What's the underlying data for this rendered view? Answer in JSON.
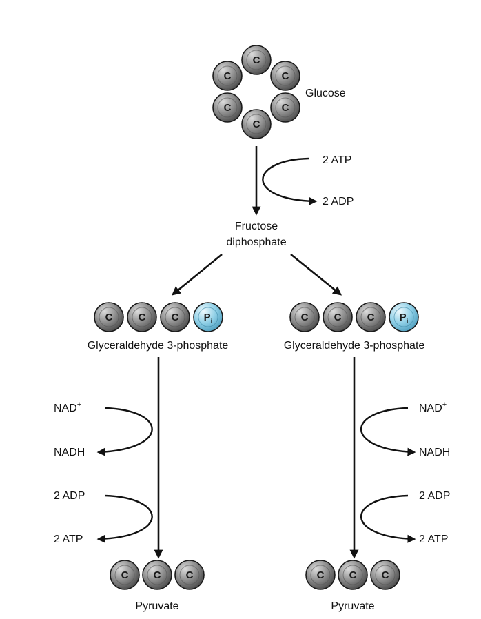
{
  "atoms": {
    "carbon": "C",
    "phosphate": "P",
    "phosphate_sub": "i"
  },
  "colors": {
    "carbon": "#707070",
    "carbon_light": "#d9d9d9",
    "phosphate": "#7ec3dd",
    "phosphate_light": "#e3f4fb",
    "line": "#111111"
  },
  "glucose": {
    "label": "Glucose"
  },
  "step1": {
    "input": "2 ATP",
    "output": "2 ADP"
  },
  "fructose": {
    "line1": "Fructose",
    "line2": "diphosphate"
  },
  "branches": [
    {
      "molecule": "Glyceraldehyde 3-phosphate",
      "oxidation": {
        "input": "NAD",
        "input_sup": "+",
        "output": "NADH"
      },
      "phosphorylation": {
        "input": "2 ADP",
        "output": "2 ATP"
      },
      "product": "Pyruvate"
    },
    {
      "molecule": "Glyceraldehyde 3-phosphate",
      "oxidation": {
        "input": "NAD",
        "input_sup": "+",
        "output": "NADH"
      },
      "phosphorylation": {
        "input": "2 ADP",
        "output": "2 ATP"
      },
      "product": "Pyruvate"
    }
  ]
}
